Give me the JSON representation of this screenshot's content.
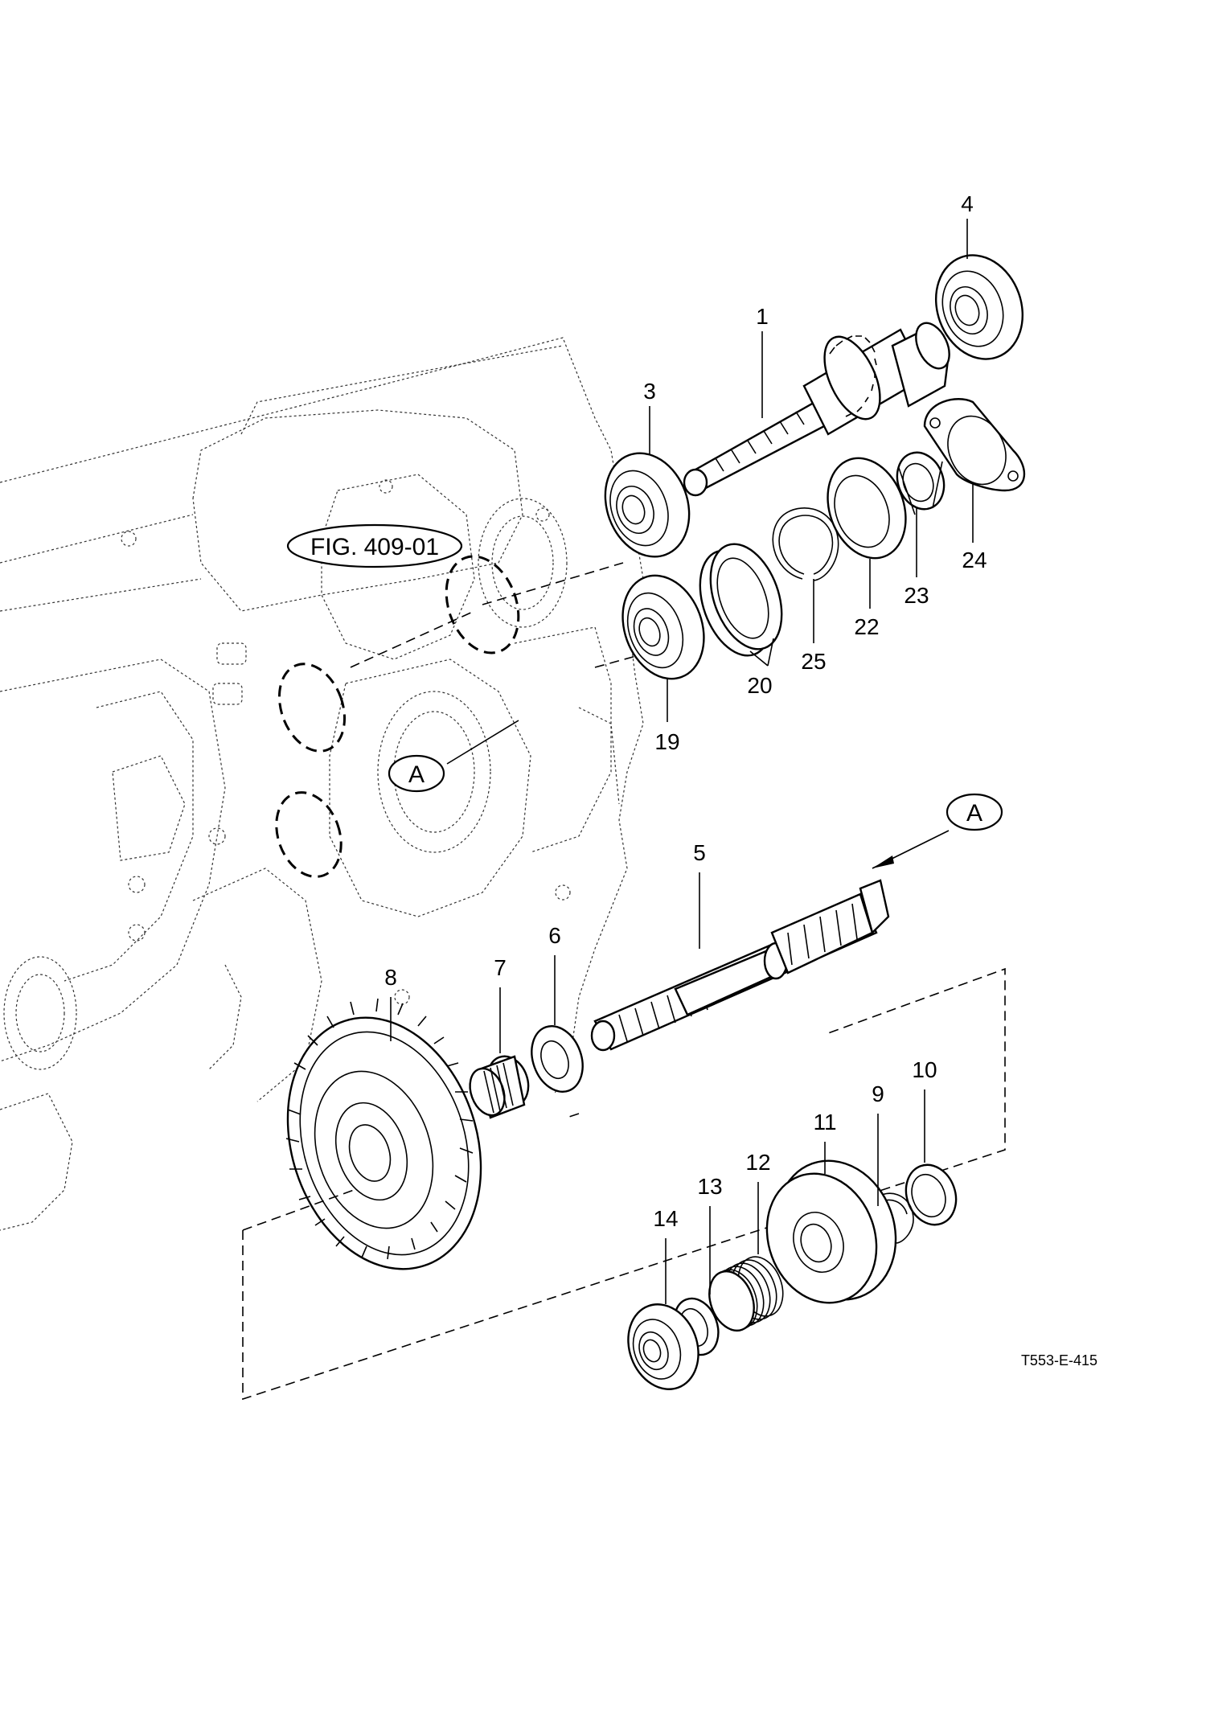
{
  "figure_ref": "FIG. 409-01",
  "view_label": "A",
  "drawing_code": "T553-E-415",
  "callouts": [
    {
      "id": "1",
      "label": "1"
    },
    {
      "id": "3",
      "label": "3"
    },
    {
      "id": "4",
      "label": "4"
    },
    {
      "id": "5",
      "label": "5"
    },
    {
      "id": "6",
      "label": "6"
    },
    {
      "id": "7",
      "label": "7"
    },
    {
      "id": "8",
      "label": "8"
    },
    {
      "id": "9",
      "label": "9"
    },
    {
      "id": "10",
      "label": "10"
    },
    {
      "id": "11",
      "label": "11"
    },
    {
      "id": "12",
      "label": "12"
    },
    {
      "id": "13",
      "label": "13"
    },
    {
      "id": "14",
      "label": "14"
    },
    {
      "id": "19",
      "label": "19"
    },
    {
      "id": "20",
      "label": "20"
    },
    {
      "id": "22",
      "label": "22"
    },
    {
      "id": "23",
      "label": "23"
    },
    {
      "id": "24",
      "label": "24"
    },
    {
      "id": "25",
      "label": "25"
    }
  ]
}
